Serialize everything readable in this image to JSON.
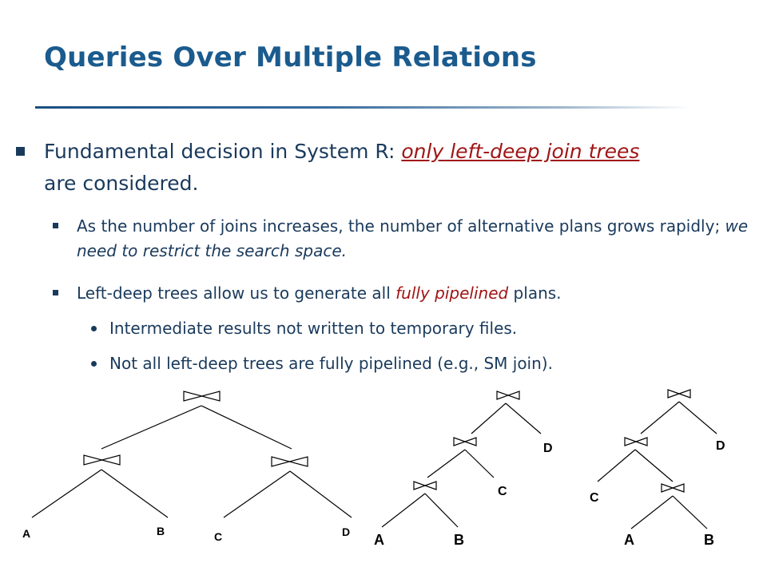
{
  "slide": {
    "title": "Queries Over Multiple Relations",
    "bullets": {
      "main": {
        "pre": "Fundamental decision in System R:  ",
        "emph": "only left-deep join trees",
        "line2": "are considered."
      },
      "sub1": {
        "pre": "As the number of joins increases, the number of alternative plans grows rapidly; ",
        "emph": "we need to restrict the search space."
      },
      "sub2": {
        "pre": "Left-deep trees allow us to generate all ",
        "emph": "fully pipelined",
        "post": " plans."
      },
      "subsub1": "Intermediate results not written to temporary files.",
      "subsub2": "Not all left-deep trees are fully pipelined (e.g., SM join)."
    }
  },
  "trees": {
    "bushy": {
      "leaves": [
        "A",
        "B",
        "C",
        "D"
      ]
    },
    "left_deep": {
      "leaves": [
        "A",
        "B",
        "C",
        "D"
      ]
    },
    "other": {
      "leaves": [
        "A",
        "B",
        "C",
        "D"
      ]
    }
  },
  "colors": {
    "title": "#1b5b8e",
    "text": "#1a3a5c",
    "emphasis": "#a01616"
  }
}
